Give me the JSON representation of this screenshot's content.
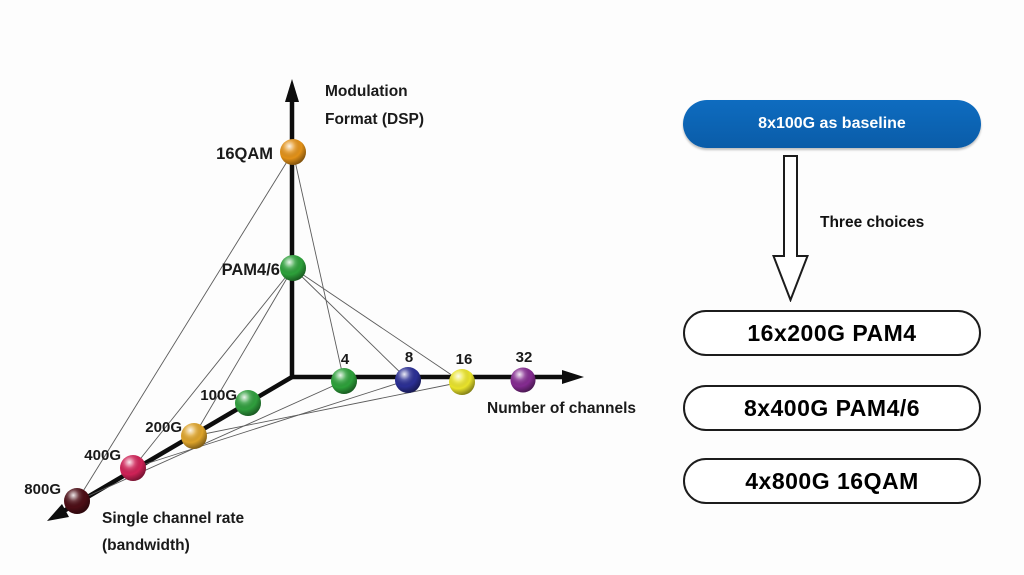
{
  "diagram": {
    "vertical_axis": {
      "label_line1": "Modulation",
      "label_line2": "Format (DSP)",
      "points": [
        {
          "label": "16QAM",
          "color": "#e29118"
        },
        {
          "label": "PAM4/6",
          "color": "#2da03a"
        }
      ]
    },
    "horizontal_axis": {
      "label": "Number of channels",
      "ticks": [
        {
          "label": "4",
          "color": "#2da03a"
        },
        {
          "label": "8",
          "color": "#2b2f94"
        },
        {
          "label": "16",
          "color": "#e9e32b"
        },
        {
          "label": "32",
          "color": "#842b90"
        }
      ]
    },
    "diagonal_axis": {
      "label_line1": "Single channel rate",
      "label_line2": "(bandwidth)",
      "ticks": [
        {
          "label": "100G",
          "color": "#2f9e3d"
        },
        {
          "label": "200G",
          "color": "#dda32a"
        },
        {
          "label": "400G",
          "color": "#cf2257"
        },
        {
          "label": "800G",
          "color": "#4d0e16"
        }
      ]
    }
  },
  "flow": {
    "baseline_label": "8x100G as baseline",
    "baseline_color": "#0b63b4",
    "arrow_label": "Three choices",
    "choices": [
      {
        "label": "16x200G PAM4"
      },
      {
        "label": "8x400G PAM4/6"
      },
      {
        "label": "4x800G 16QAM"
      }
    ]
  }
}
